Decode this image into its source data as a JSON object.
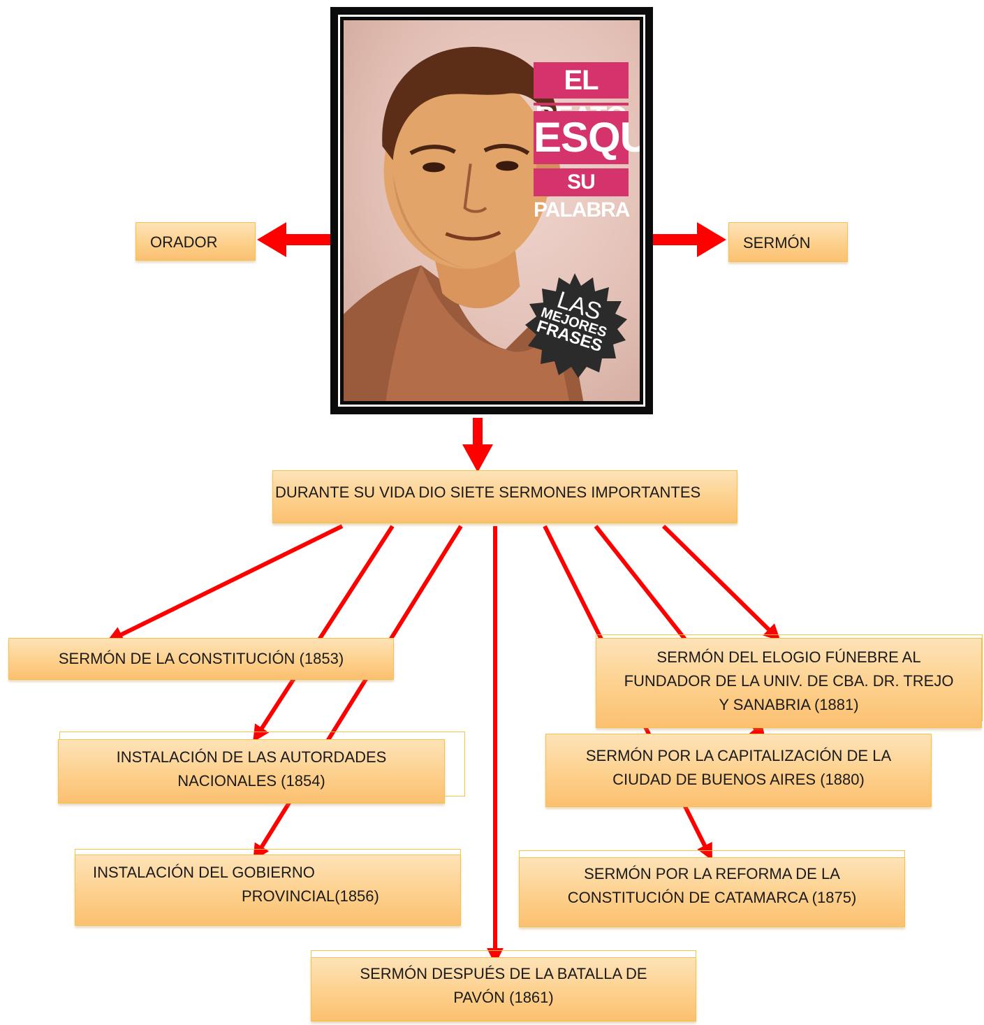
{
  "portrait": {
    "title_line1": "EL BEATO",
    "title_line2": "ESQUIÚ",
    "title_line3": "SU PALABRA",
    "badge_line1": "LAS",
    "badge_line2": "MEJORES",
    "badge_line3": "FRASES"
  },
  "side_labels": {
    "left": "ORADOR",
    "right": "SERMÓN"
  },
  "main_node": "DURANTE SU VIDA DIO SIETE SERMONES IMPORTANTES",
  "sermons": {
    "constitucion": "SERMÓN DE LA CONSTITUCIÓN (1853)",
    "autoridades_line1": "INSTALACIÓN DE LAS AUTORDADES",
    "autoridades_line2": "NACIONALES (1854)",
    "gobierno_line1": "INSTALACIÓN DEL GOBIERNO",
    "gobierno_line2": "PROVINCIAL(1856)",
    "pavon_line1": "SERMÓN DESPUÉS DE LA BATALLA DE",
    "pavon_line2": "PAVÓN (1861)",
    "reforma_line1": "SERMÓN POR LA REFORMA DE LA",
    "reforma_line2": "CONSTITUCIÓN DE CATAMARCA (1875)",
    "capital_line1": "SERMÓN POR LA CAPITALIZACIÓN DE LA",
    "capital_line2": "CIUDAD DE BUENOS AIRES (1880)",
    "elogio_line1": "SERMÓN DEL ELOGIO FÚNEBRE AL",
    "elogio_line2": "FUNDADOR DE LA UNIV. DE CBA. DR. TREJO",
    "elogio_line3": "Y SANABRIA (1881)"
  },
  "colors": {
    "arrow": "#ff0000",
    "box_fill": "#fdd08c",
    "box_border": "#f2c14e",
    "banner": "#d4336b",
    "badge": "#2b2b2b"
  }
}
